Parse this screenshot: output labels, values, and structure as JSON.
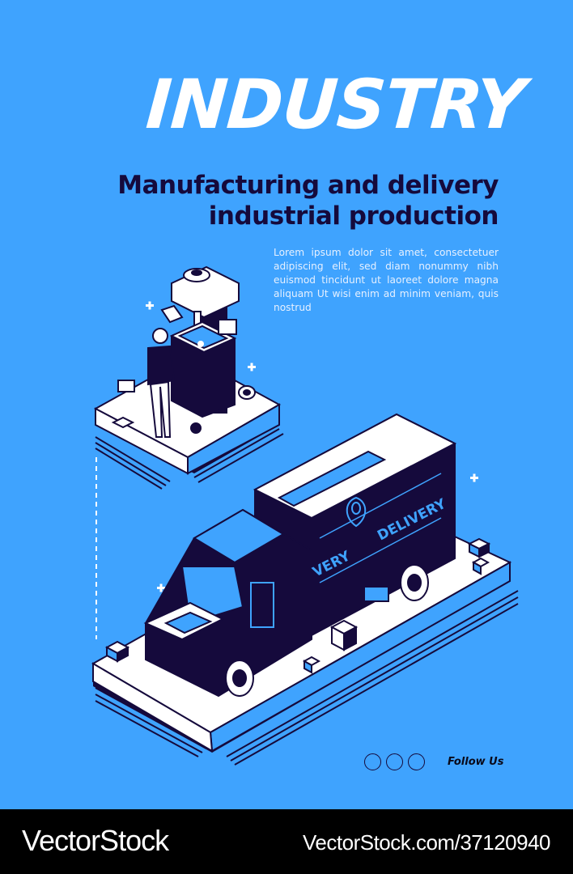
{
  "poster": {
    "title": "INDUSTRY",
    "subtitle_line1": "Manufacturing and delivery",
    "subtitle_line2": "industrial production",
    "body_text": "Lorem ipsum dolor sit amet, consectetuer adipiscing elit, sed diam nonummy nibh euismod tincidunt ut laoreet dolore magna aliquam Ut wisi enim ad minim veniam, quis nostrud",
    "truck_label": "DELIVERY",
    "truck_label_partial": "VERY",
    "follow_label": "Follow Us",
    "social_icons": [
      "social-circle-1",
      "social-circle-2",
      "social-circle-3"
    ],
    "colors": {
      "background": "#3fa3fe",
      "dark": "#150a3c",
      "white": "#ffffff"
    }
  },
  "footer": {
    "brand": "VectorStock",
    "image_id": "VectorStock.com/37120940"
  }
}
